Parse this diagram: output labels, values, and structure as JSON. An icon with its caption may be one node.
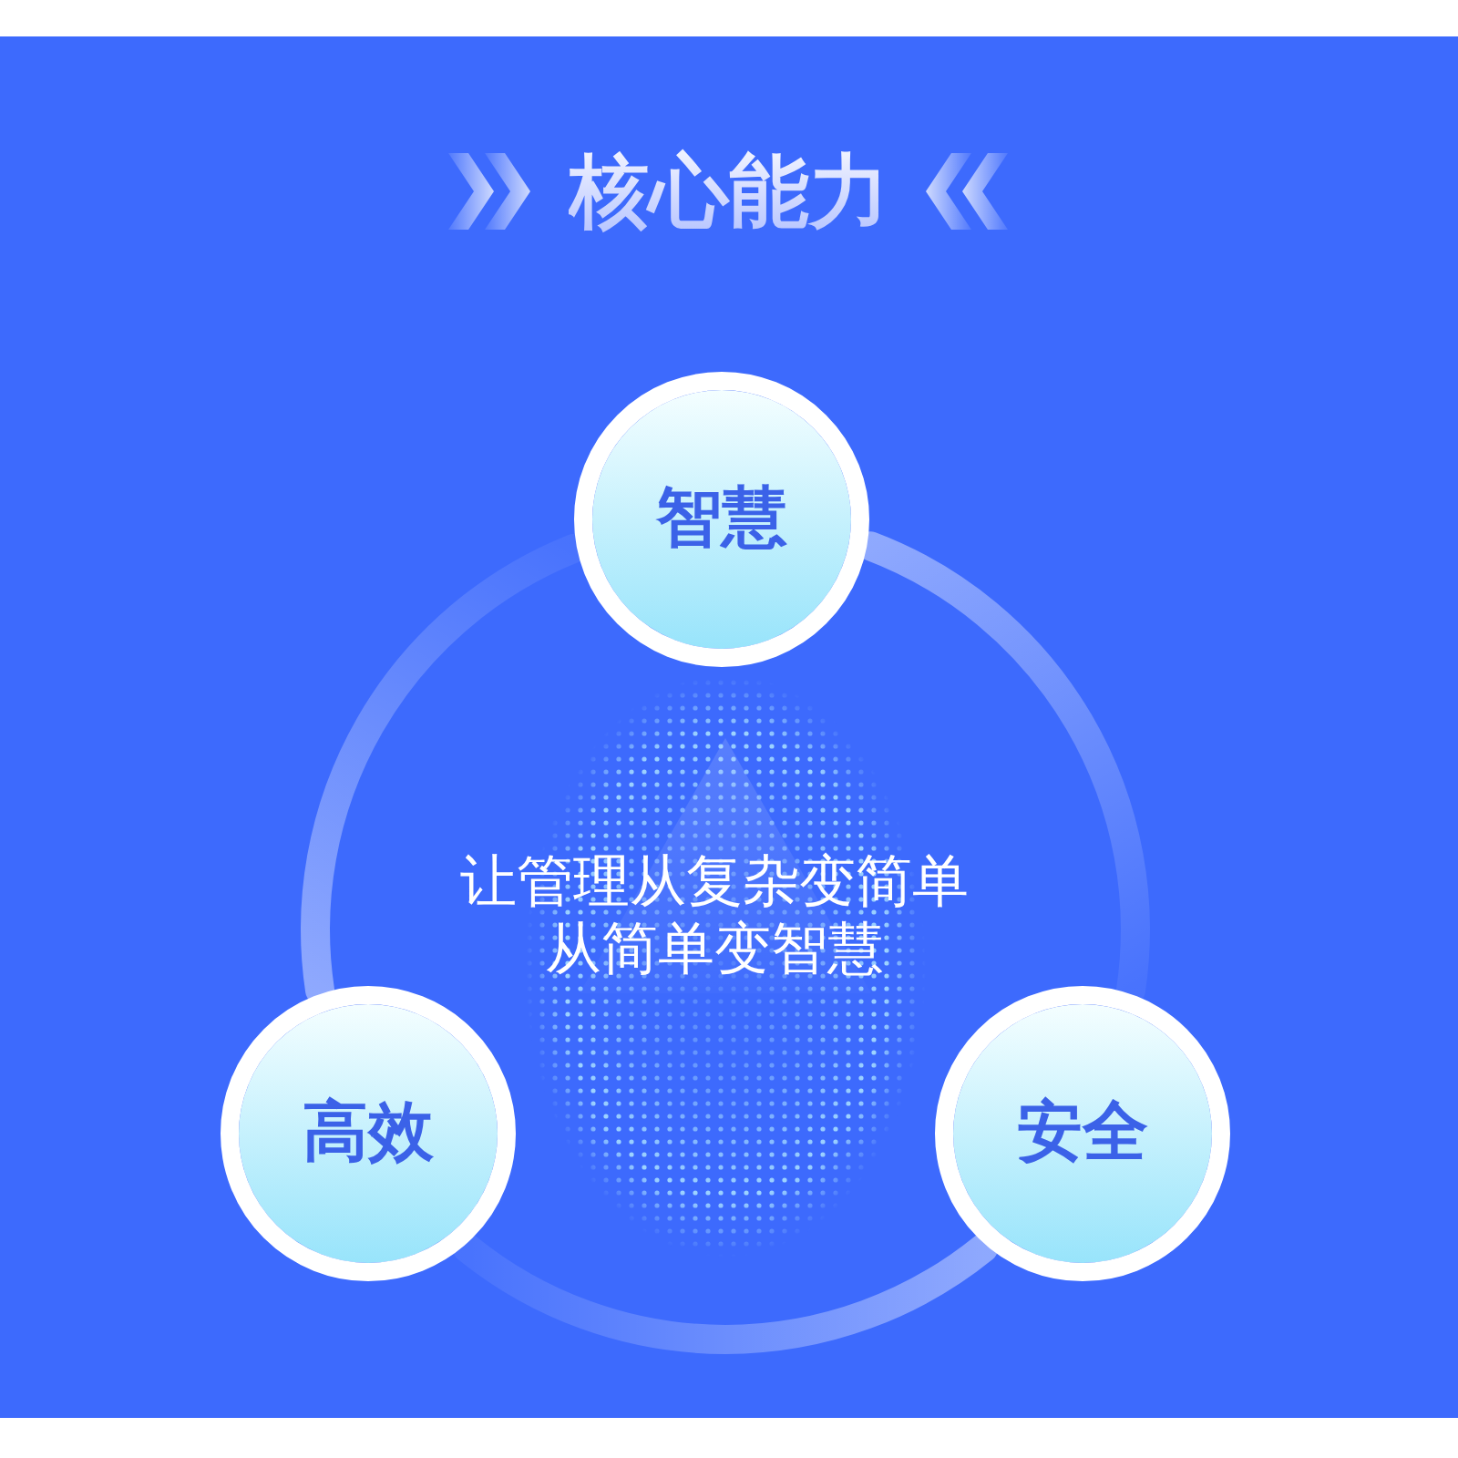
{
  "diagram": {
    "title": "核心能力",
    "nodes": [
      {
        "text": [
          "智慧"
        ]
      },
      {
        "text": [
          "高效"
        ]
      },
      {
        "text": [
          "安全"
        ]
      }
    ],
    "edges": [
      {
        "from": 1,
        "to": 0,
        "arrow": "none"
      },
      {
        "from": 0,
        "to": 2,
        "arrow": "none"
      },
      {
        "from": 2,
        "to": 1,
        "arrow": "none"
      }
    ],
    "labels": [
      "让管理从复杂变简单",
      "从简单变智慧"
    ]
  }
}
